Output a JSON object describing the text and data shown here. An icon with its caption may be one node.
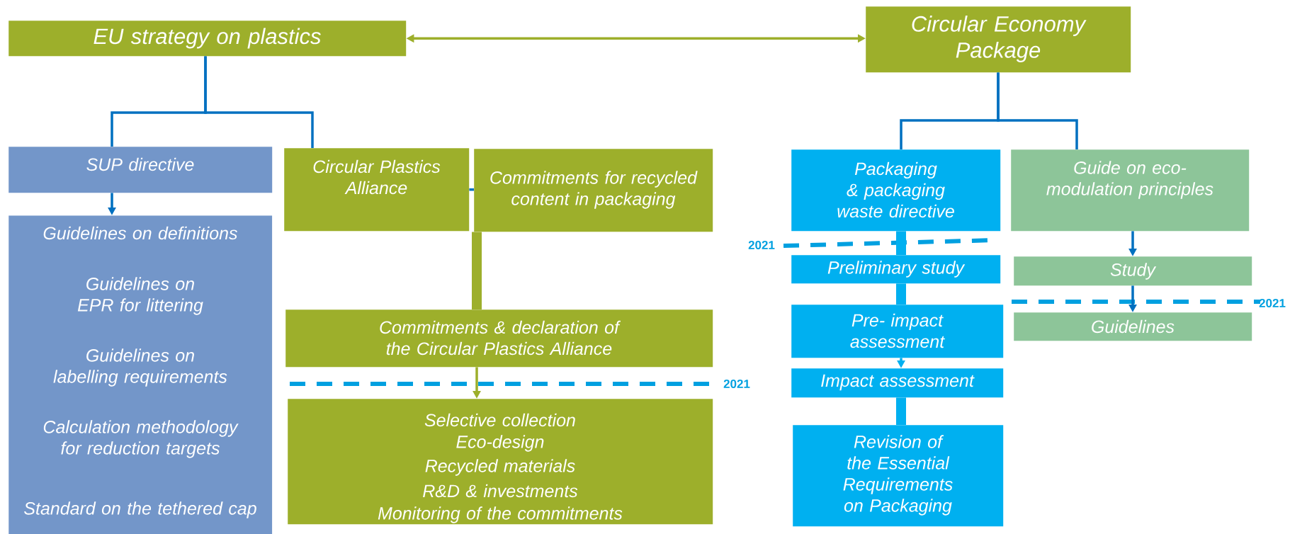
{
  "diagram": {
    "nodes": [
      {
        "text": [
          "EU strategy on plastics"
        ]
      },
      {
        "text": [
          "Circular Economy Package"
        ]
      },
      {
        "text": [
          "SUP directive"
        ]
      },
      {
        "text": [
          "Guidelines on definitions",
          "Guidelines on EPR for littering",
          "Guidelines on labelling requirements",
          "Calculation methodology for reduction targets",
          "Standard on the tethered cap"
        ]
      },
      {
        "text": [
          "Circular Plastics Alliance"
        ]
      },
      {
        "text": [
          "Commitments for recycled content in packaging"
        ]
      },
      {
        "text": [
          "Commitments & declaration of the Circular Plastics Alliance"
        ]
      },
      {
        "text": [
          "Selective collection",
          "Eco-design",
          "Recycled materials",
          "R&D & investments",
          "Monitoring of the commitments"
        ]
      },
      {
        "text": [
          "Packaging & packaging waste directive"
        ]
      },
      {
        "text": [
          "Guide on eco-modulation principles"
        ]
      },
      {
        "text": [
          "Preliminary study"
        ]
      },
      {
        "text": [
          "Pre- impact assessment"
        ]
      },
      {
        "text": [
          "Impact assessment"
        ]
      },
      {
        "text": [
          "Revision of the Essential Requirements on Packaging"
        ]
      },
      {
        "text": [
          "Study"
        ]
      },
      {
        "text": [
          "Guidelines"
        ]
      }
    ],
    "edges": [
      {
        "from": 0,
        "to": 1,
        "arrow": "both",
        "color": "#9daf2b"
      },
      {
        "from": 0,
        "to": 2,
        "arrow": "none"
      },
      {
        "from": 0,
        "to": 4,
        "arrow": "none"
      },
      {
        "from": 2,
        "to": 3,
        "arrow": "to"
      },
      {
        "from": 4,
        "to": 5,
        "arrow": "none"
      },
      {
        "from": 5,
        "to": 6,
        "arrow": "none",
        "style": "thick",
        "color": "#9daf2b"
      },
      {
        "from": 6,
        "to": 7,
        "arrow": "to",
        "color": "#9daf2b"
      },
      {
        "from": 1,
        "to": 8,
        "arrow": "none"
      },
      {
        "from": 1,
        "to": 9,
        "arrow": "none"
      },
      {
        "from": 8,
        "to": 10,
        "arrow": "none",
        "style": "thick",
        "color": "#00b0f0"
      },
      {
        "from": 10,
        "to": 11,
        "arrow": "none",
        "style": "thick",
        "color": "#00b0f0"
      },
      {
        "from": 11,
        "to": 12,
        "arrow": "to",
        "color": "#00b0f0"
      },
      {
        "from": 12,
        "to": 13,
        "arrow": "none",
        "style": "thick",
        "color": "#00b0f0"
      },
      {
        "from": 9,
        "to": 14,
        "arrow": "to"
      },
      {
        "from": 14,
        "to": 15,
        "arrow": "to"
      }
    ],
    "labels": [
      "2021",
      "2021",
      "2021"
    ]
  }
}
